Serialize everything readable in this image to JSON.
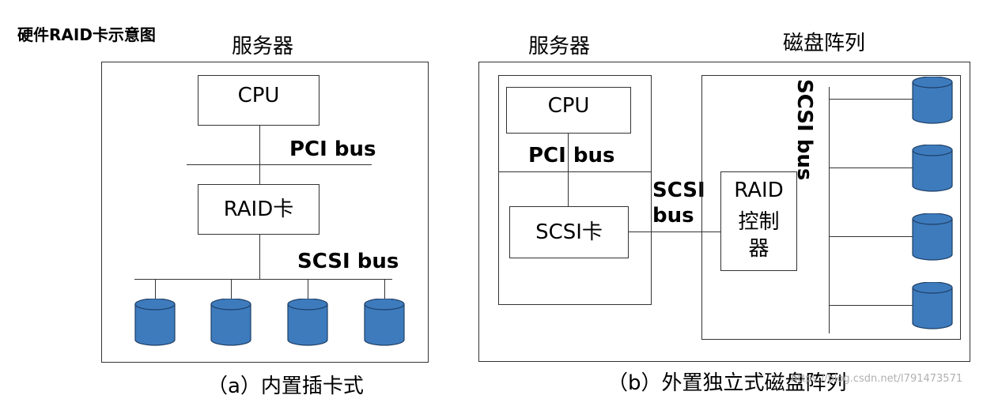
{
  "title": "硬件RAID卡示意图",
  "left": {
    "server_label": "服务器",
    "cpu": "CPU",
    "pci_bus": "PCI bus",
    "raid_card": "RAID卡",
    "scsi_bus": "SCSI bus",
    "caption": "（a）内置插卡式",
    "disk_count": 4
  },
  "right": {
    "server_label": "服务器",
    "array_label": "磁盘阵列",
    "cpu": "CPU",
    "pci_bus": "PCI bus",
    "scsi_card": "SCSI卡",
    "scsi_bus_line1": "SCSI",
    "scsi_bus_line2": "bus",
    "raid_controller_line1": "RAID",
    "raid_controller_line2": "控制",
    "raid_controller_line3": "器",
    "vertical_bus": "SCSI bus",
    "caption": "（b）外置独立式磁盘阵列",
    "disk_count": 4
  },
  "watermark": "https://blog.csdn.net/l791473571",
  "colors": {
    "disk_fill": "#3d7bbd",
    "disk_stroke": "#1f3f66",
    "line": "#333333"
  }
}
